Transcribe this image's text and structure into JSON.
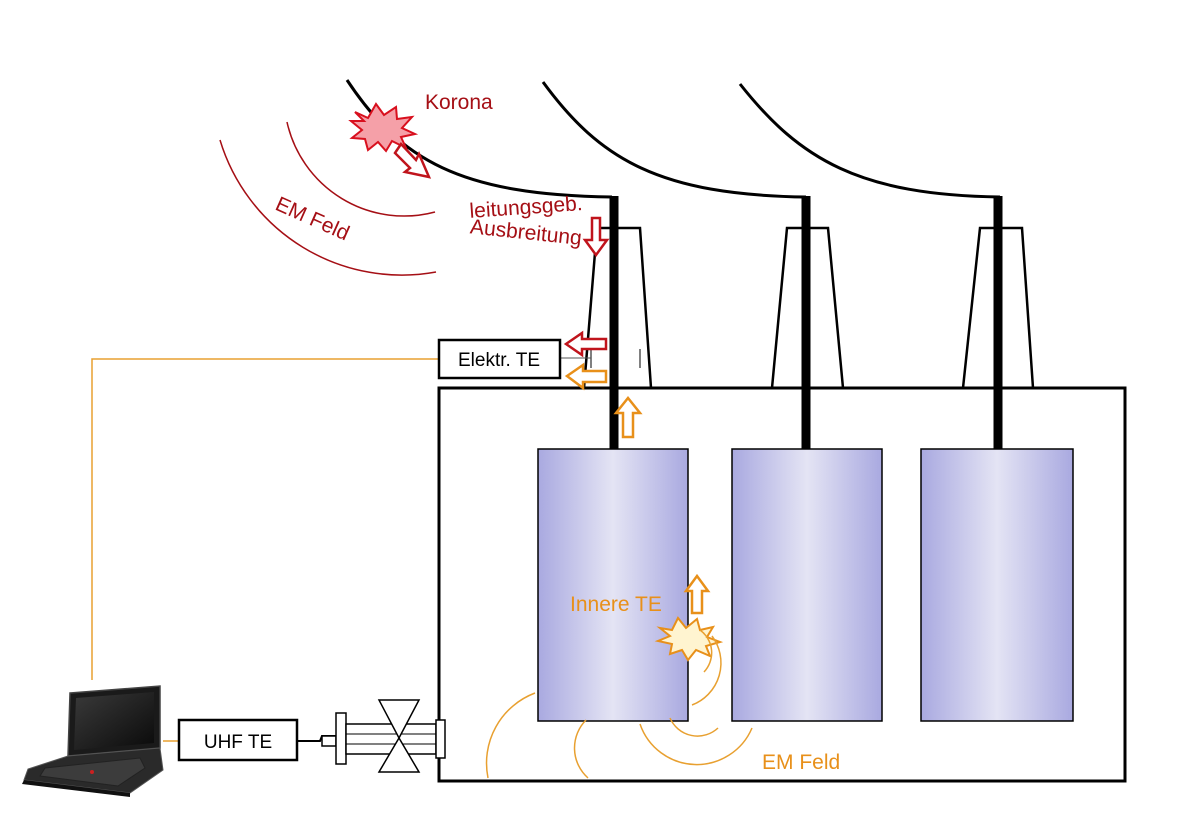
{
  "labels": {
    "korona": "Korona",
    "em_feld_top": "EM Feld",
    "leitungsgeb_line1": "leitungsgeb.",
    "leitungsgeb_line2": "Ausbreitung",
    "elektr_te": "Elektr. TE",
    "innere_te": "Innere TE",
    "uhf_te": "UHF TE",
    "em_feld_bottom": "EM Feld"
  },
  "colors": {
    "red": "#a50f15",
    "orange": "#e8901a",
    "winding_edge": "#aaaadd",
    "winding_center": "#e6e6f5",
    "line": "#000000"
  },
  "icons": [
    "laptop-icon",
    "uhf-sensor-icon",
    "corona-burst-icon",
    "inner-discharge-burst-icon"
  ]
}
